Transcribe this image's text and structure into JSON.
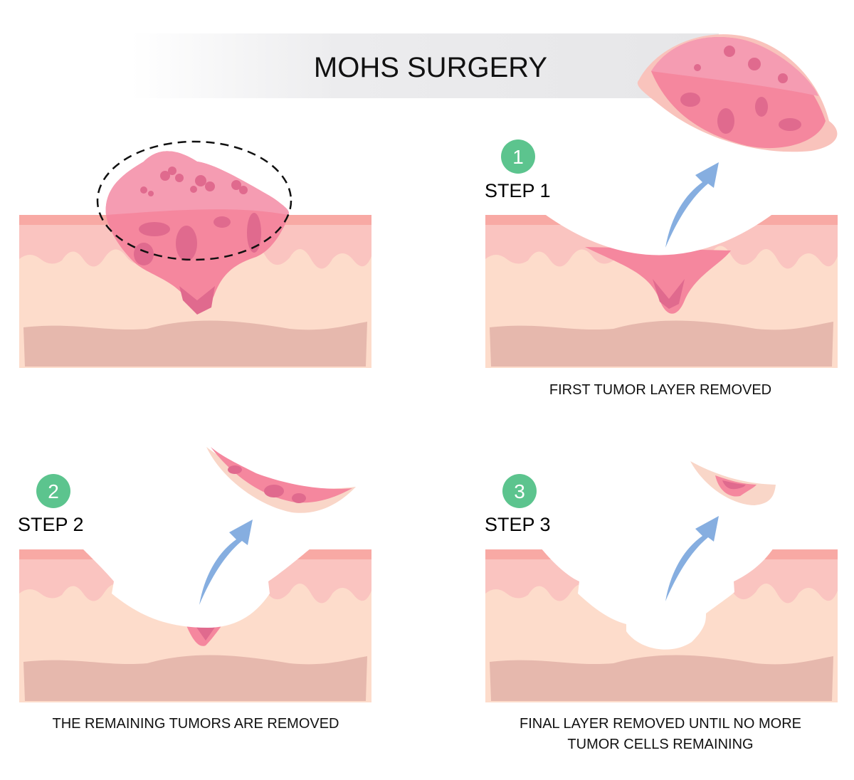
{
  "title": "MOHS SURGERY",
  "steps": [
    {
      "number": "1",
      "label": "STEP 1",
      "caption": [
        "FIRST TUMOR LAYER REMOVED"
      ]
    },
    {
      "number": "2",
      "label": "STEP 2",
      "caption": [
        "THE REMAINING TUMORS ARE REMOVED"
      ]
    },
    {
      "number": "3",
      "label": "STEP 3",
      "caption": [
        "FINAL LAYER REMOVED UNTIL NO MORE",
        "TUMOR CELLS REMAINING"
      ]
    }
  ],
  "colors": {
    "epidermis": "#F8A9A4",
    "dermis_upper": "#FAC4C0",
    "dermis": "#FDDCCB",
    "hypodermis": "#E6B8AD",
    "tumor": "#F5879E",
    "tumor_light": "#F59CB2",
    "tumor_dark": "#E06A8E",
    "step_badge": "#5CC48E",
    "arrow": "#86AEE0"
  }
}
